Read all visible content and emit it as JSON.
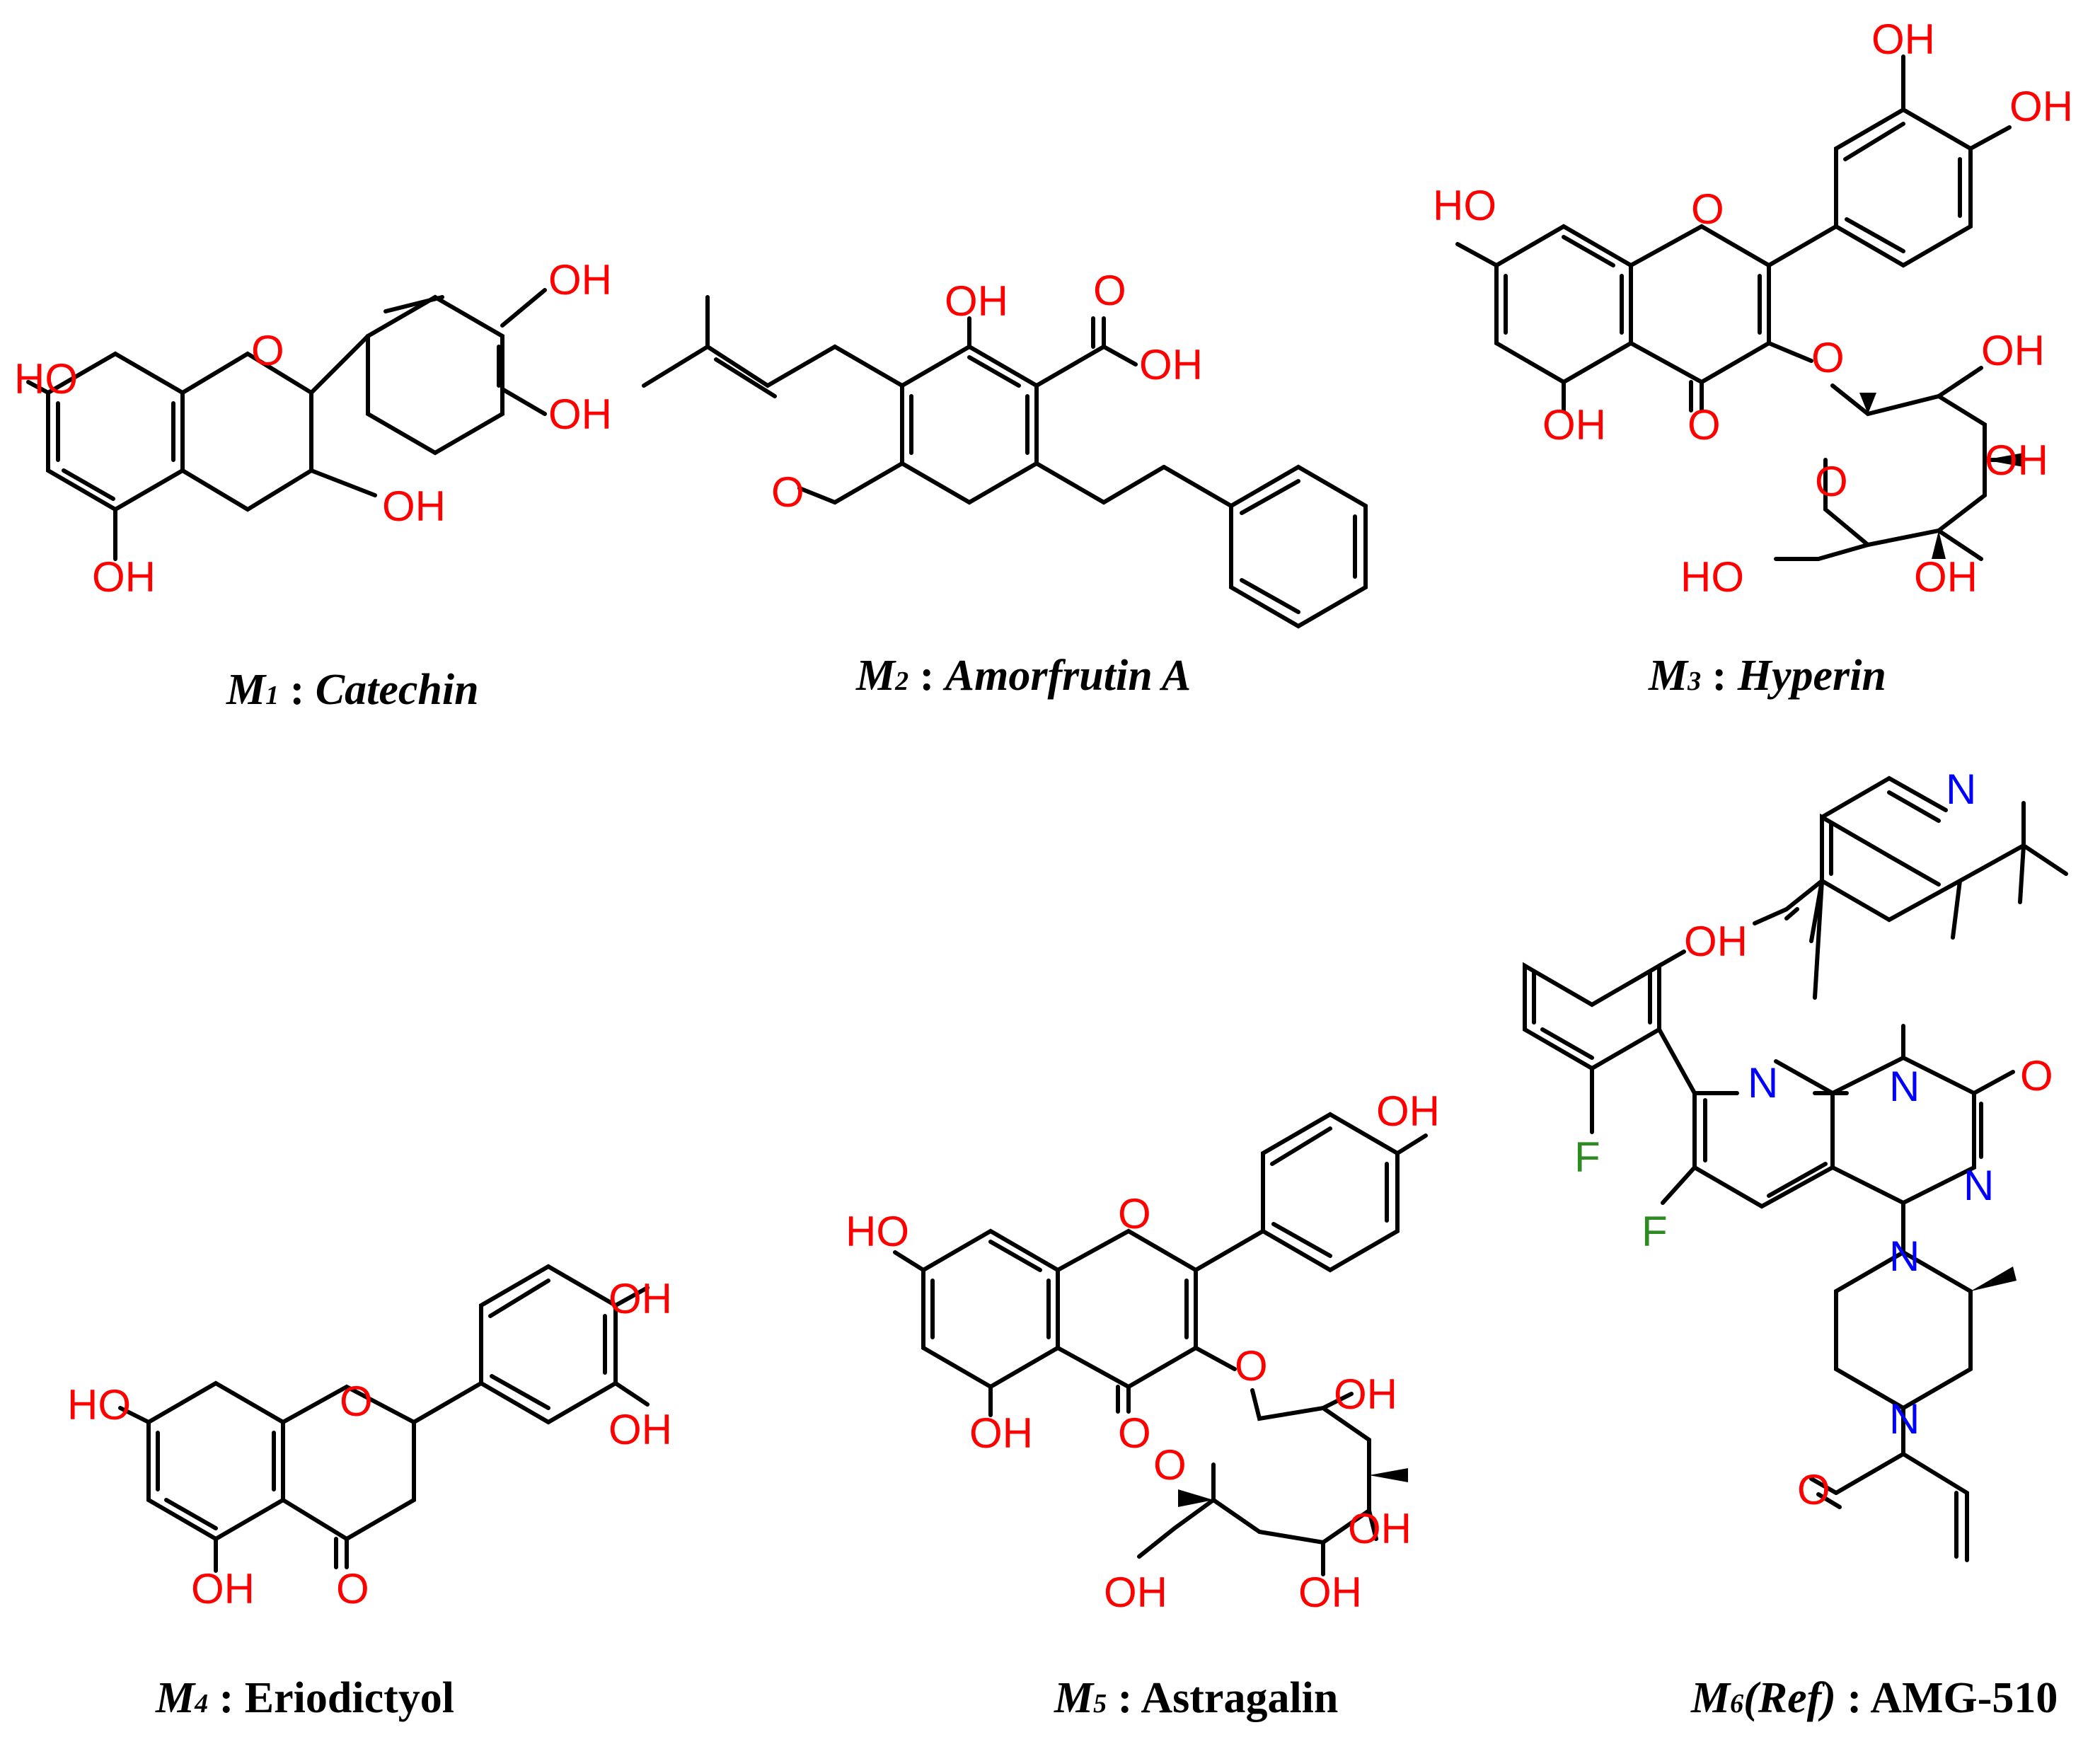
{
  "colors": {
    "oxygen": "#ff0000",
    "nitrogen": "#0000ff",
    "fluorine": "#2e8b22",
    "carbon": "#000000",
    "background": "#ffffff"
  },
  "molecules": [
    {
      "id": "m1",
      "code": "M",
      "sub": "1",
      "sep": " : ",
      "name": "Catechin",
      "name_italic": true
    },
    {
      "id": "m2",
      "code": "M",
      "sub": "2",
      "sep": " : ",
      "name": "Amorfrutin A",
      "name_italic": true
    },
    {
      "id": "m3",
      "code": "M",
      "sub": "3",
      "sep": " : ",
      "name": "Hyperin",
      "name_italic": true
    },
    {
      "id": "m4",
      "code": "M",
      "sub": "4",
      "sep": " : ",
      "name": "Eriodictyol",
      "name_italic": false
    },
    {
      "id": "m5",
      "code": "M",
      "sub": "5",
      "sep": " : ",
      "name": "Astragalin",
      "name_italic": false
    },
    {
      "id": "m6",
      "code": "M",
      "sub": "6",
      "ref": "(Ref)",
      "sep": " : ",
      "name": "AMG-510",
      "name_italic": false
    }
  ],
  "atoms": {
    "oh_right": "OH",
    "oh_left": "HO",
    "oxygen": "O",
    "nitrogen": "N",
    "fluorine": "F"
  }
}
